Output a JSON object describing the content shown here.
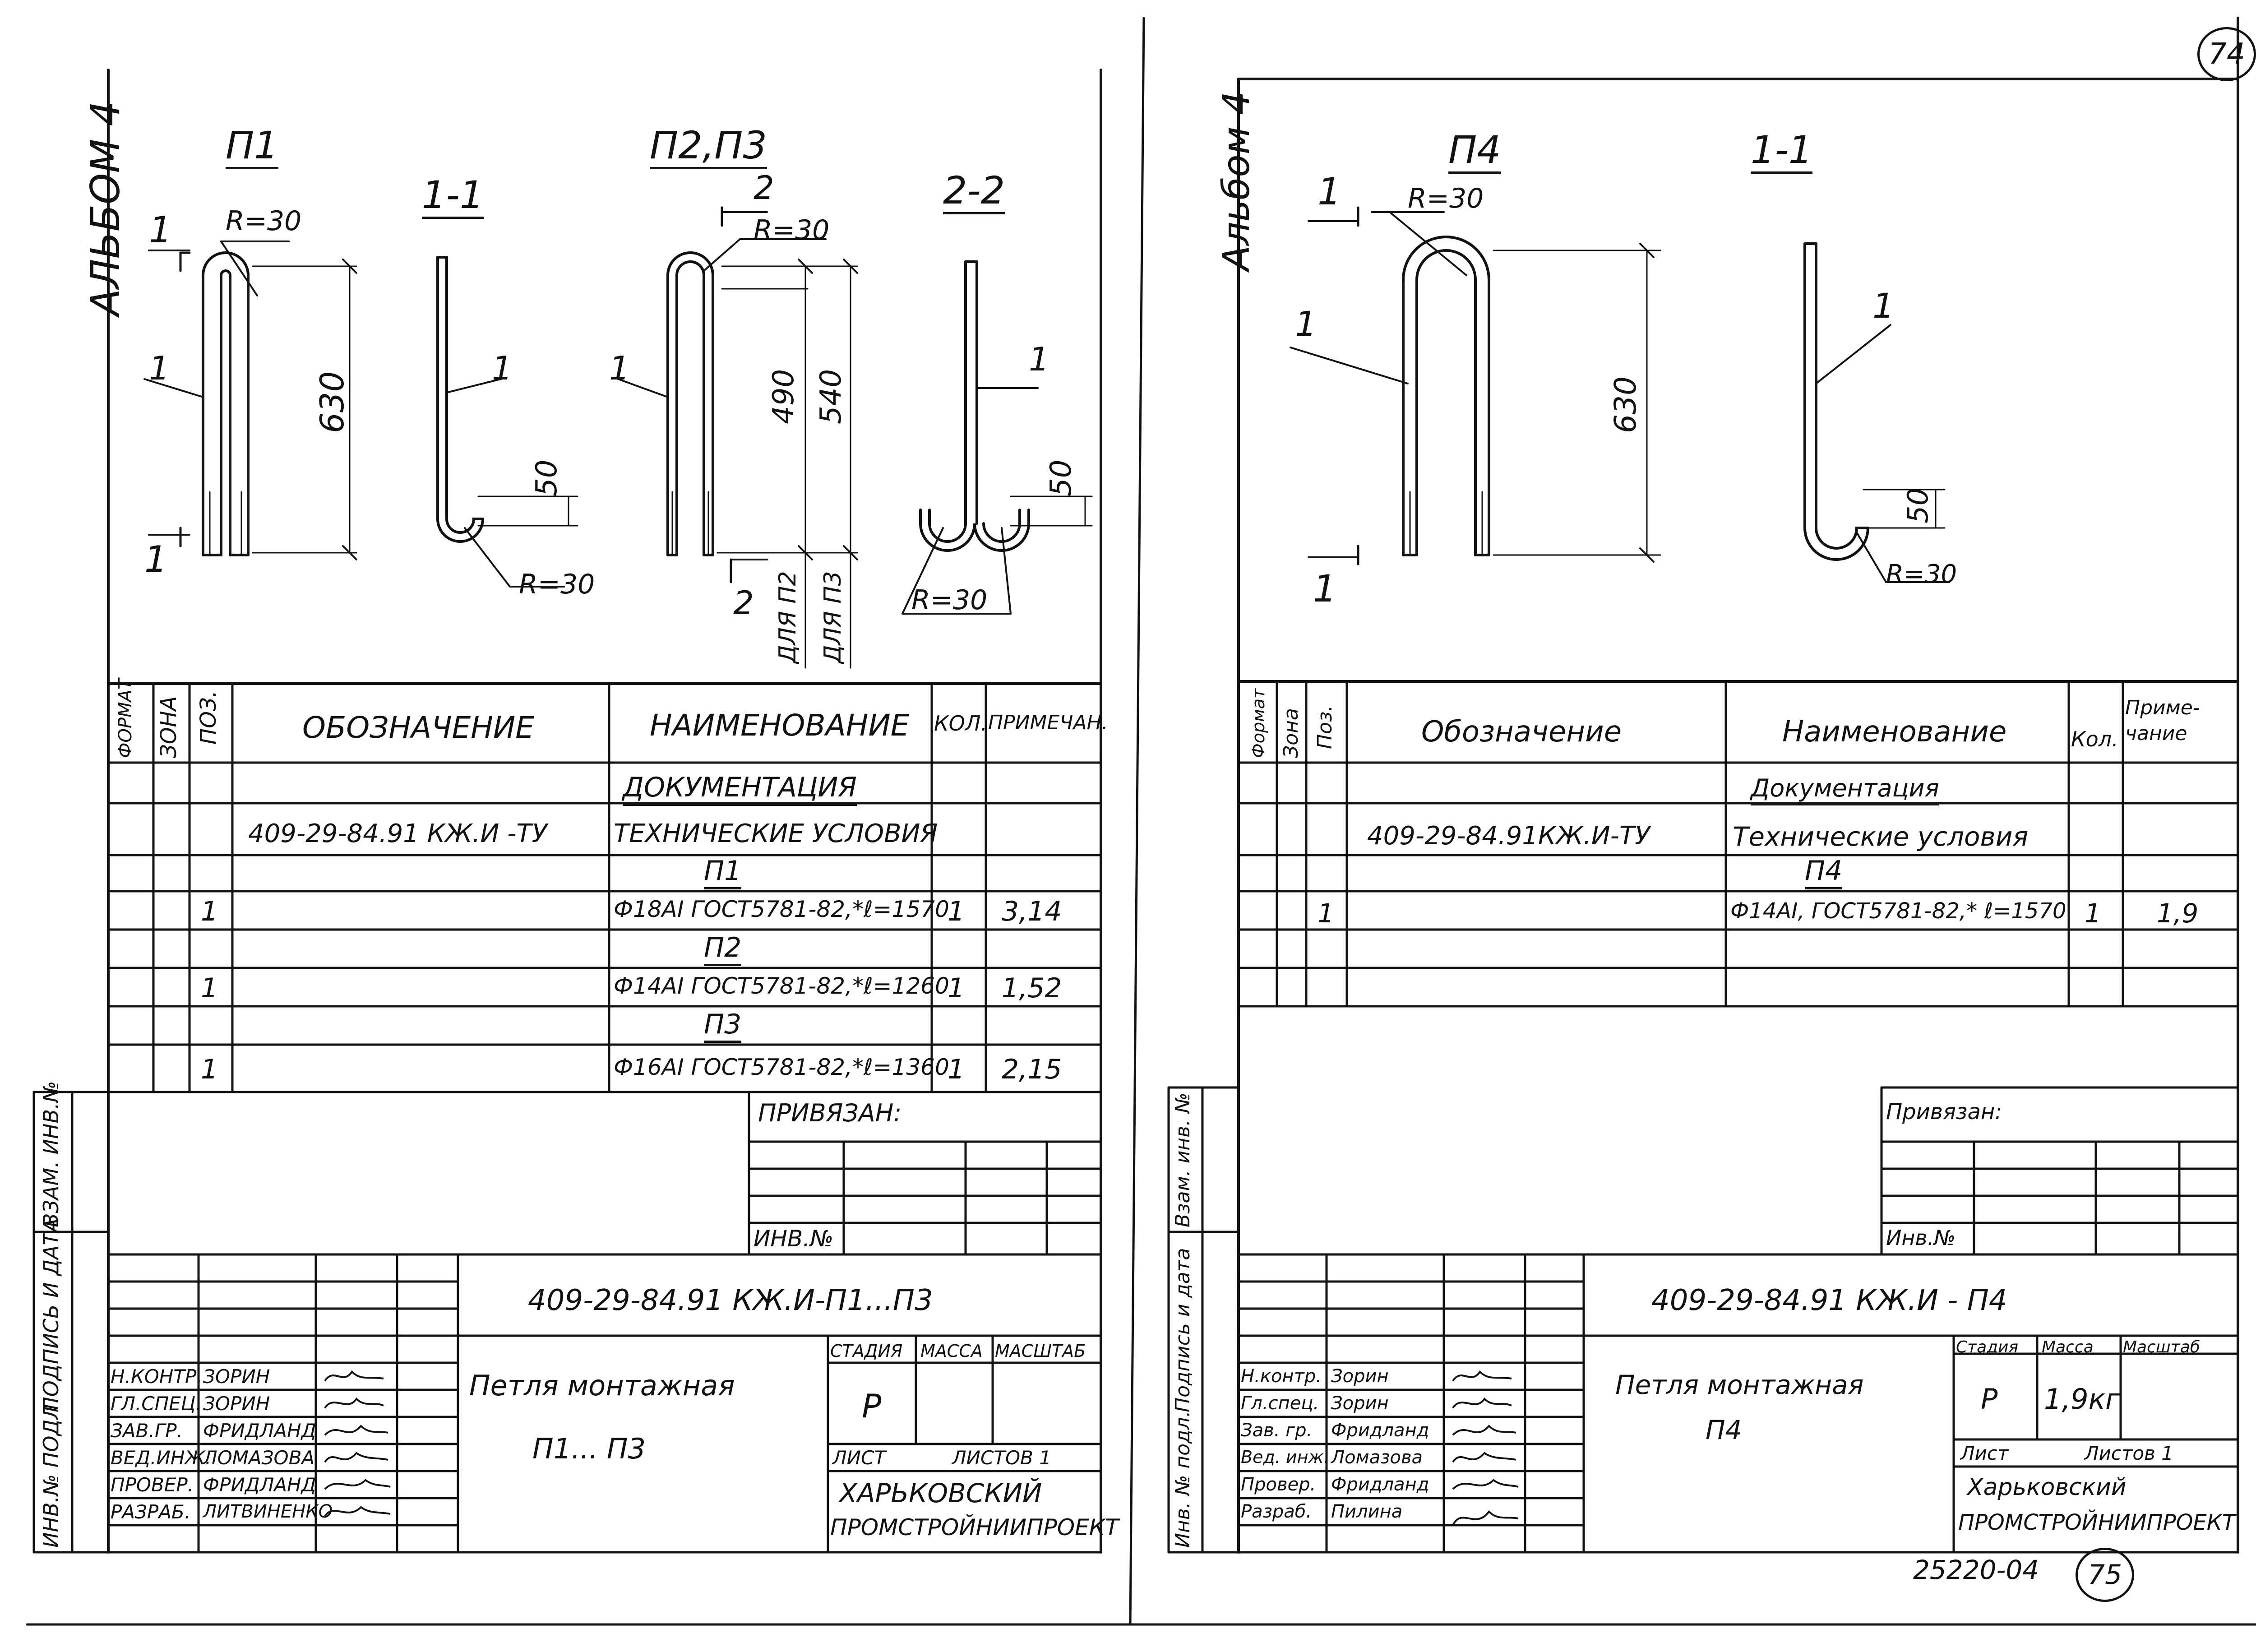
{
  "corner_page_number": "74",
  "bottom_page_number": "75",
  "archive_code": "25220-04",
  "left": {
    "album": "АЛЬБОМ 4",
    "titles": {
      "p1": "П1",
      "sec11": "1-1",
      "p2p3": "П2,П3",
      "sec22": "2-2"
    },
    "labels": {
      "r30": "R=30",
      "cut1": "1",
      "mark1": "1",
      "cut2": "2",
      "d630": "630",
      "d490": "490",
      "d540": "540",
      "d50": "50",
      "for_p2": "ДЛЯ П2",
      "for_p3": "ДЛЯ П3"
    },
    "spec_headers": {
      "format": "ФОРМАТ",
      "zone": "ЗОНА",
      "pos": "ПОЗ.",
      "designation": "ОБОЗНАЧЕНИЕ",
      "name": "НАИМЕНОВАНИЕ",
      "qty": "КОЛ.",
      "note": "ПРИМЕЧАН."
    },
    "spec_rows": [
      {
        "pos": "",
        "designation": "",
        "name": "ДОКУМЕНТАЦИЯ",
        "qty": "",
        "note": "",
        "underline": true
      },
      {
        "pos": "",
        "designation": "409-29-84.91 КЖ.И -ТУ",
        "name": "ТЕХНИЧЕСКИЕ УСЛОВИЯ",
        "qty": "",
        "note": ""
      },
      {
        "pos": "",
        "designation": "",
        "name": "П1",
        "qty": "",
        "note": "",
        "underline": true
      },
      {
        "pos": "1",
        "designation": "",
        "name": "Ф18АI ГОСТ5781-82,*ℓ=1570",
        "qty": "1",
        "note": "3,14"
      },
      {
        "pos": "",
        "designation": "",
        "name": "П2",
        "qty": "",
        "note": "",
        "underline": true
      },
      {
        "pos": "1",
        "designation": "",
        "name": "Ф14АI ГОСТ5781-82,*ℓ=1260",
        "qty": "1",
        "note": "1,52"
      },
      {
        "pos": "",
        "designation": "",
        "name": "П3",
        "qty": "",
        "note": "",
        "underline": true
      },
      {
        "pos": "1",
        "designation": "",
        "name": "Ф16АI ГОСТ5781-82,*ℓ=1360",
        "qty": "1",
        "note": "2,15"
      }
    ],
    "side_labels": {
      "inv_podl": "ИНВ.№ ПОДЛ.",
      "podp_data": "ПОДПИСЬ И ДАТА",
      "vzam_inv": "ВЗАМ. ИНВ.№"
    },
    "privyazan": "ПРИВЯЗАН:",
    "inv_no": "ИНВ.№",
    "doc_code": "409-29-84.91   КЖ.И-П1...П3",
    "doc_title": "Петля монтажная",
    "doc_subtitle": "П1... П3",
    "stage_label": "СТАДИЯ",
    "mass_label": "МАССА",
    "scale_label": "МАСШТАБ",
    "stage": "Р",
    "sheet_label": "ЛИСТ",
    "sheets_label": "ЛИСТОВ 1",
    "org": [
      "ХАРЬКОВСКИЙ",
      "ПРОМСТРОЙНИИПРОЕКТ"
    ],
    "signers": [
      {
        "role": "Н.КОНТР.",
        "name": "ЗОРИН"
      },
      {
        "role": "ГЛ.СПЕЦ.",
        "name": "ЗОРИН"
      },
      {
        "role": "ЗАВ.ГР.",
        "name": "ФРИДЛАНД"
      },
      {
        "role": "ВЕД.ИНЖ.",
        "name": "ЛОМАЗОВА"
      },
      {
        "role": "ПРОВЕР.",
        "name": "ФРИДЛАНД"
      },
      {
        "role": "РАЗРАБ.",
        "name": "ЛИТВИНЕНКО"
      }
    ]
  },
  "right": {
    "album": "Альбом 4",
    "titles": {
      "p4": "П4",
      "sec11": "1-1"
    },
    "labels": {
      "r30": "R=30",
      "cut1": "1",
      "mark1": "1",
      "d630": "630",
      "d50": "50"
    },
    "spec_headers": {
      "format": "Формат",
      "zone": "Зона",
      "pos": "Поз.",
      "designation": "Обозначение",
      "name": "Наименование",
      "qty": "Кол.",
      "note": "Приме-чание"
    },
    "spec_rows": [
      {
        "pos": "",
        "designation": "",
        "name": "Документация",
        "qty": "",
        "note": "",
        "underline": true
      },
      {
        "pos": "",
        "designation": "409-29-84.91КЖ.И-ТУ",
        "name": "Технические условия",
        "qty": "",
        "note": ""
      },
      {
        "pos": "",
        "designation": "",
        "name": "П4",
        "qty": "",
        "note": "",
        "underline": true
      },
      {
        "pos": "1",
        "designation": "",
        "name": "Ф14АI, ГОСТ5781-82,* ℓ=1570",
        "qty": "1",
        "note": "1,9"
      }
    ],
    "side_labels": {
      "inv_podl": "Инв. № подл.",
      "podp_data": "Подпись и дата",
      "vzam_inv": "Взам. инв. №"
    },
    "privyazan": "Привязан:",
    "inv_no": "Инв.№",
    "doc_code": "409-29-84.91   КЖ.И - П4",
    "doc_title": "Петля монтажная",
    "doc_subtitle": "П4",
    "stage_label": "Стадия",
    "mass_label": "Масса",
    "scale_label": "Масштаб",
    "stage": "Р",
    "mass": "1,9кг",
    "sheet_label": "Лист",
    "sheets_label": "Листов 1",
    "org": [
      "Харьковский",
      "ПРОМСТРОЙНИИПРОЕКТ"
    ],
    "signers": [
      {
        "role": "Н.контр.",
        "name": "Зорин"
      },
      {
        "role": "Гл.спец.",
        "name": "Зорин"
      },
      {
        "role": "Зав. гр.",
        "name": "Фридланд"
      },
      {
        "role": "Вед. инж.",
        "name": "Ломазова"
      },
      {
        "role": "Провер.",
        "name": "Фридланд"
      },
      {
        "role": "Разраб.",
        "name": "Пилина"
      }
    ]
  }
}
